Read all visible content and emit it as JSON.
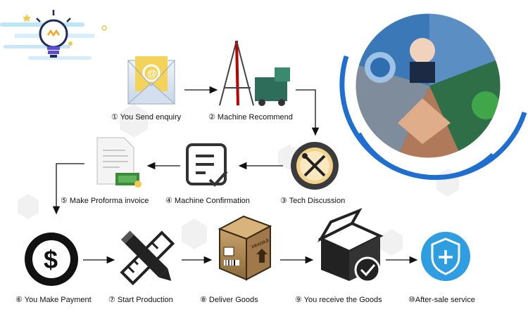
{
  "steps": [
    {
      "label": "① You Send enquiry"
    },
    {
      "label": "② Machine Recommend"
    },
    {
      "label": "③ Tech Discussion"
    },
    {
      "label": "④ Machine Confirmation"
    },
    {
      "label": "⑤ Make Proforma invoice"
    },
    {
      "label": "⑥ You Make Payment"
    },
    {
      "label": "⑦ Start Production"
    },
    {
      "label": "⑧ Deliver Goods"
    },
    {
      "label": "⑨ You receive the Goods"
    },
    {
      "label": "⑩After-sale service"
    }
  ],
  "box_label": "FRAGILE",
  "colors": {
    "accent_blue": "#1e6fd0",
    "envelope_yellow": "#f2c94c",
    "service_blue": "#2f9ee0",
    "text": "#111111",
    "arrow": "#111111"
  },
  "icons": [
    "lightbulb-icon",
    "envelope-icon",
    "drill-rig-icon",
    "tools-lifebuoy-icon",
    "checklist-icon",
    "invoice-icon",
    "dollar-coin-icon",
    "pencil-ruler-icon",
    "cardboard-box-icon",
    "received-box-check-icon",
    "shield-plus-icon"
  ]
}
